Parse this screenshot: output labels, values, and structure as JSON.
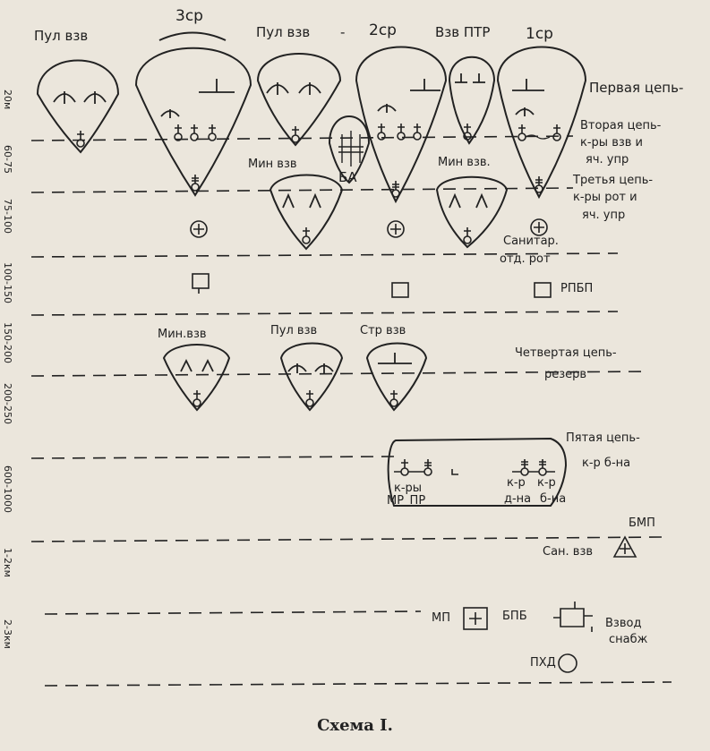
{
  "columns": {
    "pul_vzv": "Пул взв",
    "rota3": "3ср",
    "pul_vzv_2": "Пул взв",
    "dash": "-",
    "rota2": "2ср",
    "vzv_ptr": "Взв ПТР",
    "rota1": "1ср"
  },
  "distances": [
    "20м",
    "60-75",
    "75-100",
    "100-150",
    "150-200",
    "200-250",
    "600-1000",
    "1-2км",
    "2-3км"
  ],
  "chain_labels": {
    "first": "Первая цепь-",
    "second_1": "Вторая цепь-",
    "second_2": "к-ры взв и",
    "second_3": "яч. упр",
    "third_1": "Третья цепь-",
    "third_2": "к-ры рот и",
    "third_3": "яч. упр",
    "sanitar_1": "Санитар.",
    "sanitar_2": "отд. рот",
    "rpbp": "РПБП",
    "fourth_1": "Четвертая цепь-",
    "fourth_2": "резерв",
    "fifth_1": "Пятая цепь-",
    "fifth_2": "к-р б-на",
    "bmp": "БМП",
    "san_vzv": "Сан. взв",
    "mp": "МП",
    "bpb": "БПБ",
    "vzvod_1": "Взвод",
    "vzvod_2": "снабж",
    "pkhd": "ПХД"
  },
  "inner_labels": {
    "min_vzv_1": "Мин взв",
    "min_vzv_2": "Мин взв.",
    "ba": "БА",
    "min_vzv_r": "Мин.взв",
    "pul_vzv_r": "Пул взв",
    "str_vzv_r": "Стр взв",
    "kry": "к-ры",
    "mr_pr": "МР_ПР",
    "kr1": "к-р",
    "kr2": "к-р",
    "dna": "д-на",
    "bna": "б-на"
  },
  "caption": "Схема I."
}
